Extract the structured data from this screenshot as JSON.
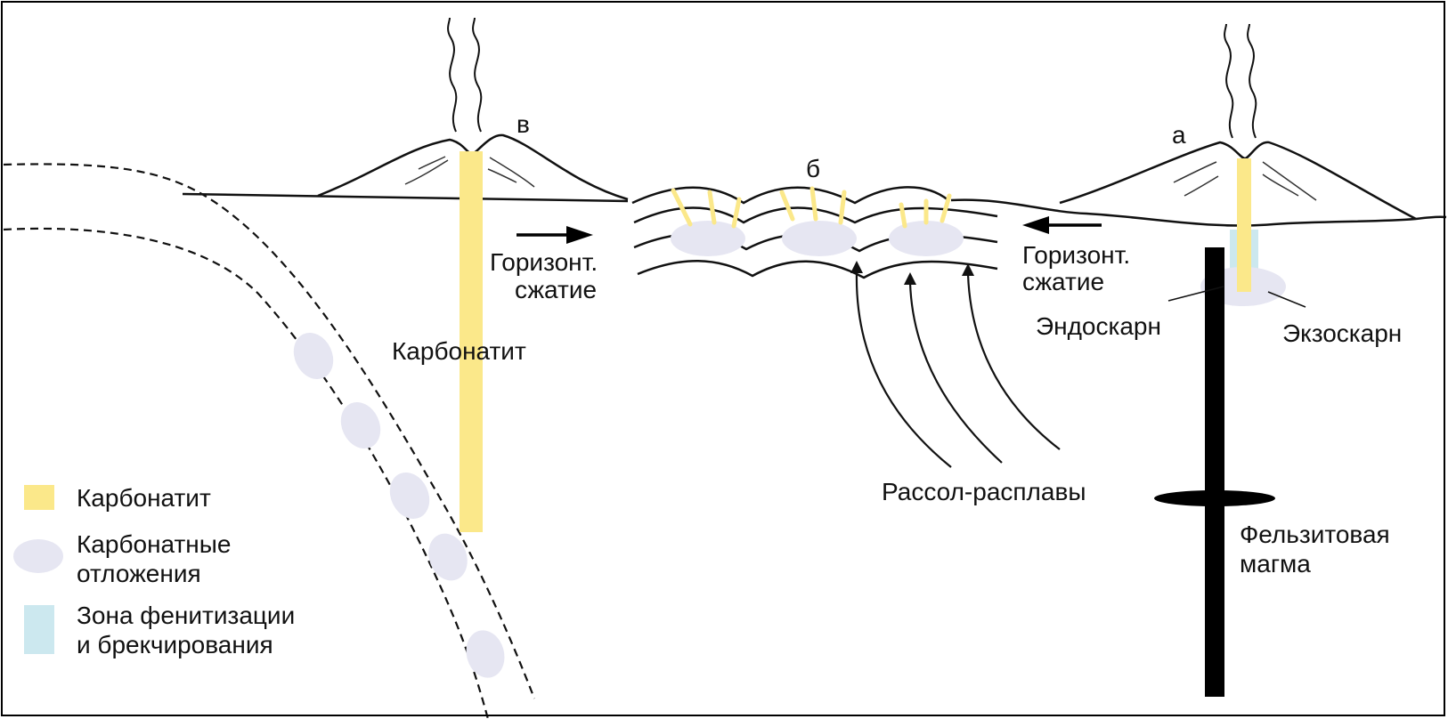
{
  "colors": {
    "carbonatite": "#fbe88a",
    "carbonate_deposits": "#e6e6f2",
    "fenitization_zone": "#cce8ef",
    "line": "#111111",
    "magma": "#000000"
  },
  "labels": {
    "volcano_a": "а",
    "volcano_v": "в",
    "folds_b": "б",
    "compression_left_1": "Горизонт.",
    "compression_left_2": "сжатие",
    "compression_right_1": "Горизонт.",
    "compression_right_2": "сжатие",
    "carbonatite_dike": "Карбонатит",
    "brine_melts": "Рассол-расплавы",
    "endoskarn": "Эндоскарн",
    "exoskarn": "Экзоскарн",
    "felsic_magma_1": "Фельзитовая",
    "felsic_magma_2": "магма"
  },
  "legend": {
    "items": [
      {
        "name": "carbonatite",
        "lines": [
          "Карбонатит"
        ]
      },
      {
        "name": "carbonate-deposits",
        "lines": [
          "Карбонатные",
          "отложения"
        ]
      },
      {
        "name": "fenitization-zone",
        "lines": [
          "Зона фенитизации",
          "и брекчирования"
        ]
      }
    ]
  }
}
